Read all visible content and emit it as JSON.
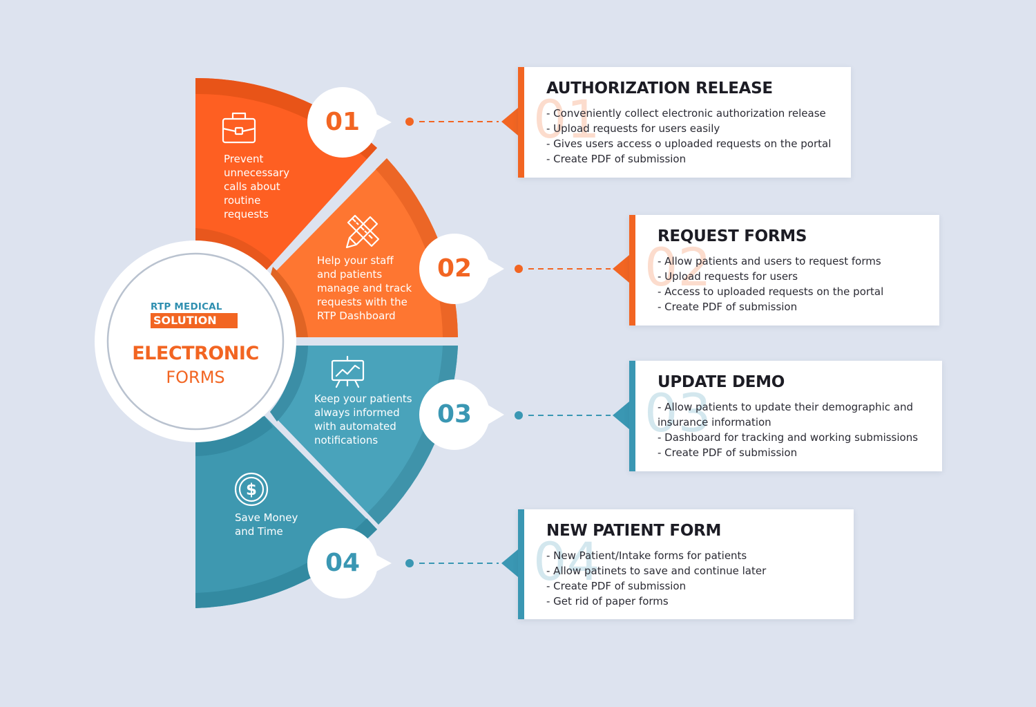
{
  "hub": {
    "logo_top": "RTP MEDICAL",
    "logo_bottom": "SOLUTION",
    "title": "ELECTRONIC",
    "subtitle": "FORMS"
  },
  "colors": {
    "orange_dark": "#fe5f22",
    "orange_light": "#fe7631",
    "teal_light": "#49a3bb",
    "teal_dark": "#3e98b0",
    "orange_text": "#f26522",
    "teal_text": "#3a97b3"
  },
  "segments": [
    {
      "number": "01",
      "icon": "briefcase-icon",
      "text": [
        "Prevent",
        "unnecessary",
        "calls about",
        "routine",
        "requests"
      ]
    },
    {
      "number": "02",
      "icon": "ruler-pencil-icon",
      "text": [
        "Help your staff",
        "and patients",
        "manage and track",
        "requests with the",
        "RTP Dashboard"
      ]
    },
    {
      "number": "03",
      "icon": "presentation-chart-icon",
      "text": [
        "Keep your patients",
        "always informed",
        "with automated",
        "notifications"
      ]
    },
    {
      "number": "04",
      "icon": "dollar-coin-icon",
      "text": [
        "Save Money",
        "and Time"
      ]
    }
  ],
  "cards": [
    {
      "title": "AUTHORIZATION RELEASE",
      "watermark": "01",
      "items": [
        "- Conveniently collect electronic authorization release",
        "- Upload requests for users easily",
        "- Gives users access o uploaded requests on the portal",
        "- Create PDF of submission"
      ]
    },
    {
      "title": "REQUEST FORMS",
      "watermark": "02",
      "items": [
        "- Allow patients and users to request forms",
        "- Upload requests for users",
        "- Access to uploaded requests on the portal",
        "- Create PDF of submission"
      ]
    },
    {
      "title": "UPDATE DEMO",
      "watermark": "03",
      "items": [
        "- Allow patients to update their demographic and",
        "insurance information",
        "- Dashboard for tracking and working submissions",
        "- Create PDF of submission"
      ]
    },
    {
      "title": "NEW PATIENT FORM",
      "watermark": "04",
      "items": [
        "- New Patient/Intake forms for patients",
        "- Allow patinets to save and continue later",
        "- Create PDF of submission",
        "- Get rid of paper forms"
      ]
    }
  ]
}
